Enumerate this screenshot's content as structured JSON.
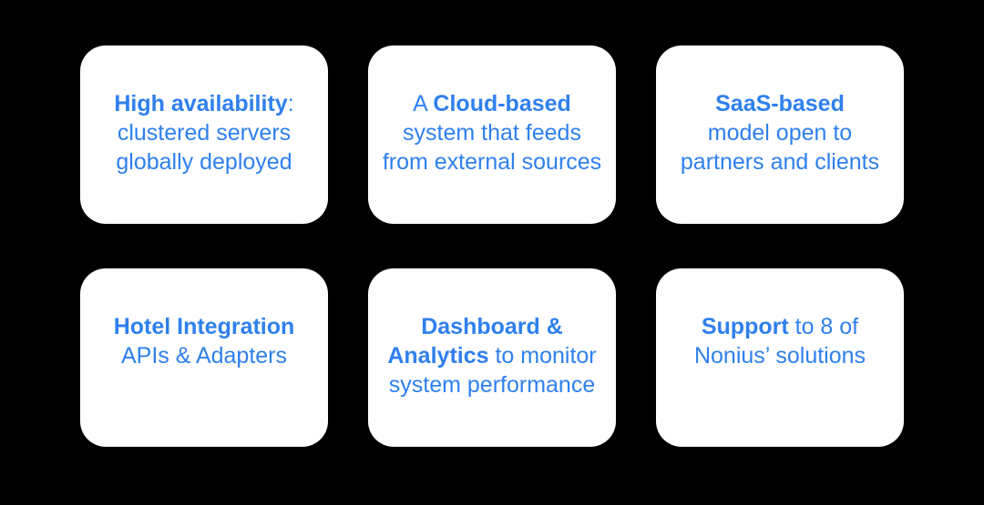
{
  "colors": {
    "background": "#000000",
    "card_background": "#ffffff",
    "text": "#2F80ED"
  },
  "cards": [
    {
      "name": "card-high-availability",
      "lines": [
        [
          {
            "text": "High availability",
            "bold": true
          },
          {
            "text": ":",
            "bold": false
          }
        ],
        [
          {
            "text": "clustered servers",
            "bold": false
          }
        ],
        [
          {
            "text": "globally deployed",
            "bold": false
          }
        ]
      ]
    },
    {
      "name": "card-cloud-based",
      "lines": [
        [
          {
            "text": "A ",
            "bold": false
          },
          {
            "text": "Cloud-based",
            "bold": true
          }
        ],
        [
          {
            "text": "system that feeds",
            "bold": false
          }
        ],
        [
          {
            "text": "from external sources",
            "bold": false
          }
        ]
      ]
    },
    {
      "name": "card-saas-based",
      "lines": [
        [
          {
            "text": "SaaS-based",
            "bold": true
          }
        ],
        [
          {
            "text": "model open to",
            "bold": false
          }
        ],
        [
          {
            "text": "partners and clients",
            "bold": false
          }
        ]
      ]
    },
    {
      "name": "card-hotel-integration",
      "lines": [
        [
          {
            "text": "Hotel Integration",
            "bold": true
          }
        ],
        [
          {
            "text": "APIs & Adapters",
            "bold": false
          }
        ]
      ]
    },
    {
      "name": "card-dashboard-analytics",
      "lines": [
        [
          {
            "text": "Dashboard &",
            "bold": true
          }
        ],
        [
          {
            "text": "Analytics",
            "bold": true
          },
          {
            "text": " to monitor",
            "bold": false
          }
        ],
        [
          {
            "text": "system performance",
            "bold": false
          }
        ]
      ]
    },
    {
      "name": "card-support",
      "lines": [
        [
          {
            "text": "Support",
            "bold": true
          },
          {
            "text": " to 8 of",
            "bold": false
          }
        ],
        [
          {
            "text": "Nonius’ solutions",
            "bold": false
          }
        ]
      ]
    }
  ]
}
